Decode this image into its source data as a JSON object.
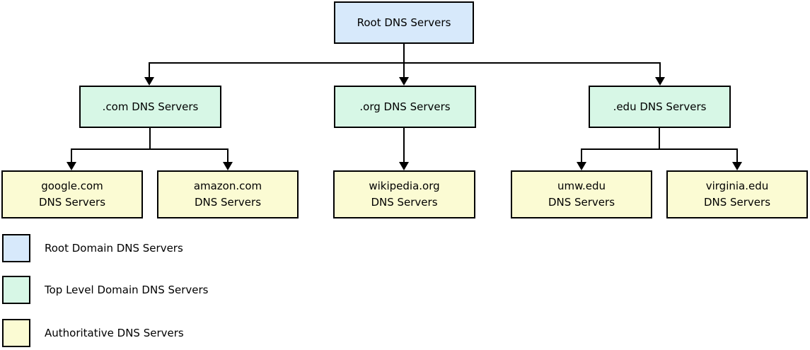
{
  "diagram": {
    "type": "tree",
    "nodes": {
      "root": {
        "label": "Root DNS Servers",
        "level": "root"
      },
      "com": {
        "label": ".com DNS Servers",
        "level": "tld"
      },
      "org": {
        "label": ".org DNS Servers",
        "level": "tld"
      },
      "edu": {
        "label": ".edu DNS Servers",
        "level": "tld"
      },
      "google": {
        "line1": "google.com",
        "line2": "DNS Servers",
        "level": "authoritative"
      },
      "amazon": {
        "line1": "amazon.com",
        "line2": "DNS Servers",
        "level": "authoritative"
      },
      "wikipedia": {
        "line1": "wikipedia.org",
        "line2": "DNS Servers",
        "level": "authoritative"
      },
      "umw": {
        "line1": "umw.edu",
        "line2": "DNS Servers",
        "level": "authoritative"
      },
      "virginia": {
        "line1": "virginia.edu",
        "line2": "DNS Servers",
        "level": "authoritative"
      }
    },
    "edges": [
      [
        "root",
        "com"
      ],
      [
        "root",
        "org"
      ],
      [
        "root",
        "edu"
      ],
      [
        "com",
        "google"
      ],
      [
        "com",
        "amazon"
      ],
      [
        "org",
        "wikipedia"
      ],
      [
        "edu",
        "umw"
      ],
      [
        "edu",
        "virginia"
      ]
    ]
  },
  "colors": {
    "root_fill": "#d7e9fb",
    "tld_fill": "#d7f7e6",
    "authoritative_fill": "#fbfbd3",
    "border": "#000000",
    "connector": "#000000",
    "text": "#000000",
    "background": "#ffffff"
  },
  "legend": {
    "items": [
      {
        "label": "Root Domain DNS Servers",
        "color": "#d7e9fb"
      },
      {
        "label": "Top Level Domain DNS Servers",
        "color": "#d7f7e6"
      },
      {
        "label": "Authoritative DNS Servers",
        "color": "#fbfbd3"
      }
    ]
  }
}
